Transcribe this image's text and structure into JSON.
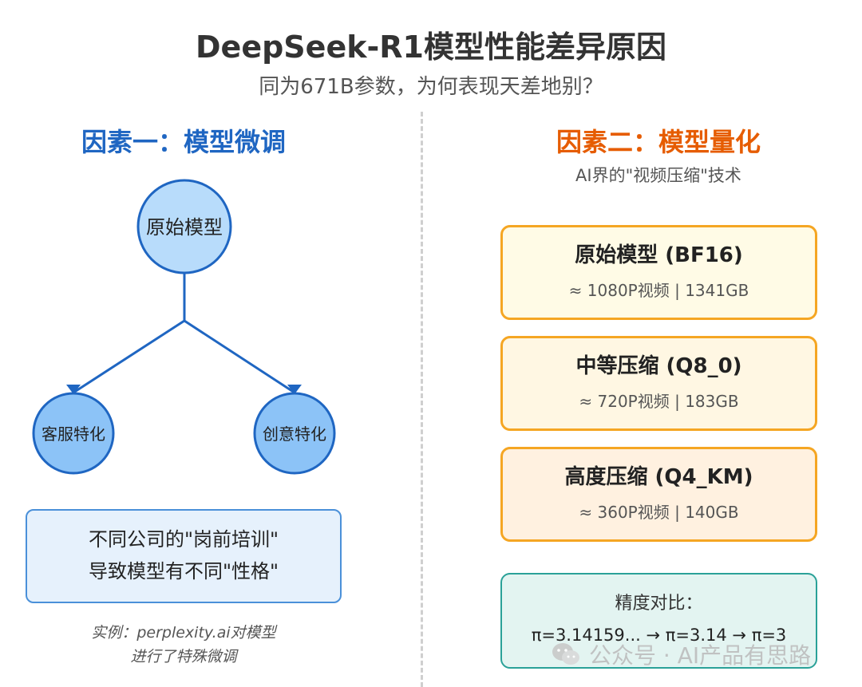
{
  "header": {
    "title": "DeepSeek-R1模型性能差异原因",
    "subtitle": "同为671B参数，为何表现天差地别？"
  },
  "factor1": {
    "title": "因素一：模型微调",
    "tree": {
      "root": "原始模型",
      "left": "客服特化",
      "right": "创意特化"
    },
    "note_line1": "不同公司的\"岗前培训\"",
    "note_line2": "导致模型有不同\"性格\"",
    "example_line1": "实例：perplexity.ai对模型",
    "example_line2": "进行了特殊微调"
  },
  "factor2": {
    "title": "因素二：模型量化",
    "subtitle": "AI界的\"视频压缩\"技术",
    "levels": [
      {
        "name": "原始模型 (BF16)",
        "desc": "≈ 1080P视频 | 1341GB"
      },
      {
        "name": "中等压缩 (Q8_0)",
        "desc": "≈ 720P视频 | 183GB"
      },
      {
        "name": "高度压缩 (Q4_KM)",
        "desc": "≈ 360P视频 | 140GB"
      }
    ],
    "precision_label": "精度对比：",
    "precision_value": "π=3.14159... → π=3.14 → π=3"
  },
  "watermark": {
    "text": "公众号 · AI产品有思路",
    "icon": "wechat-icon"
  },
  "colors": {
    "blue_title": "#1f66c2",
    "orange_title": "#e65c00",
    "node_fill_root": "#b8dcfb",
    "node_fill_child": "#8cc3f7",
    "node_stroke": "#1f66c2",
    "quant_border": "#f5a623",
    "precision_border": "#2aa198"
  }
}
